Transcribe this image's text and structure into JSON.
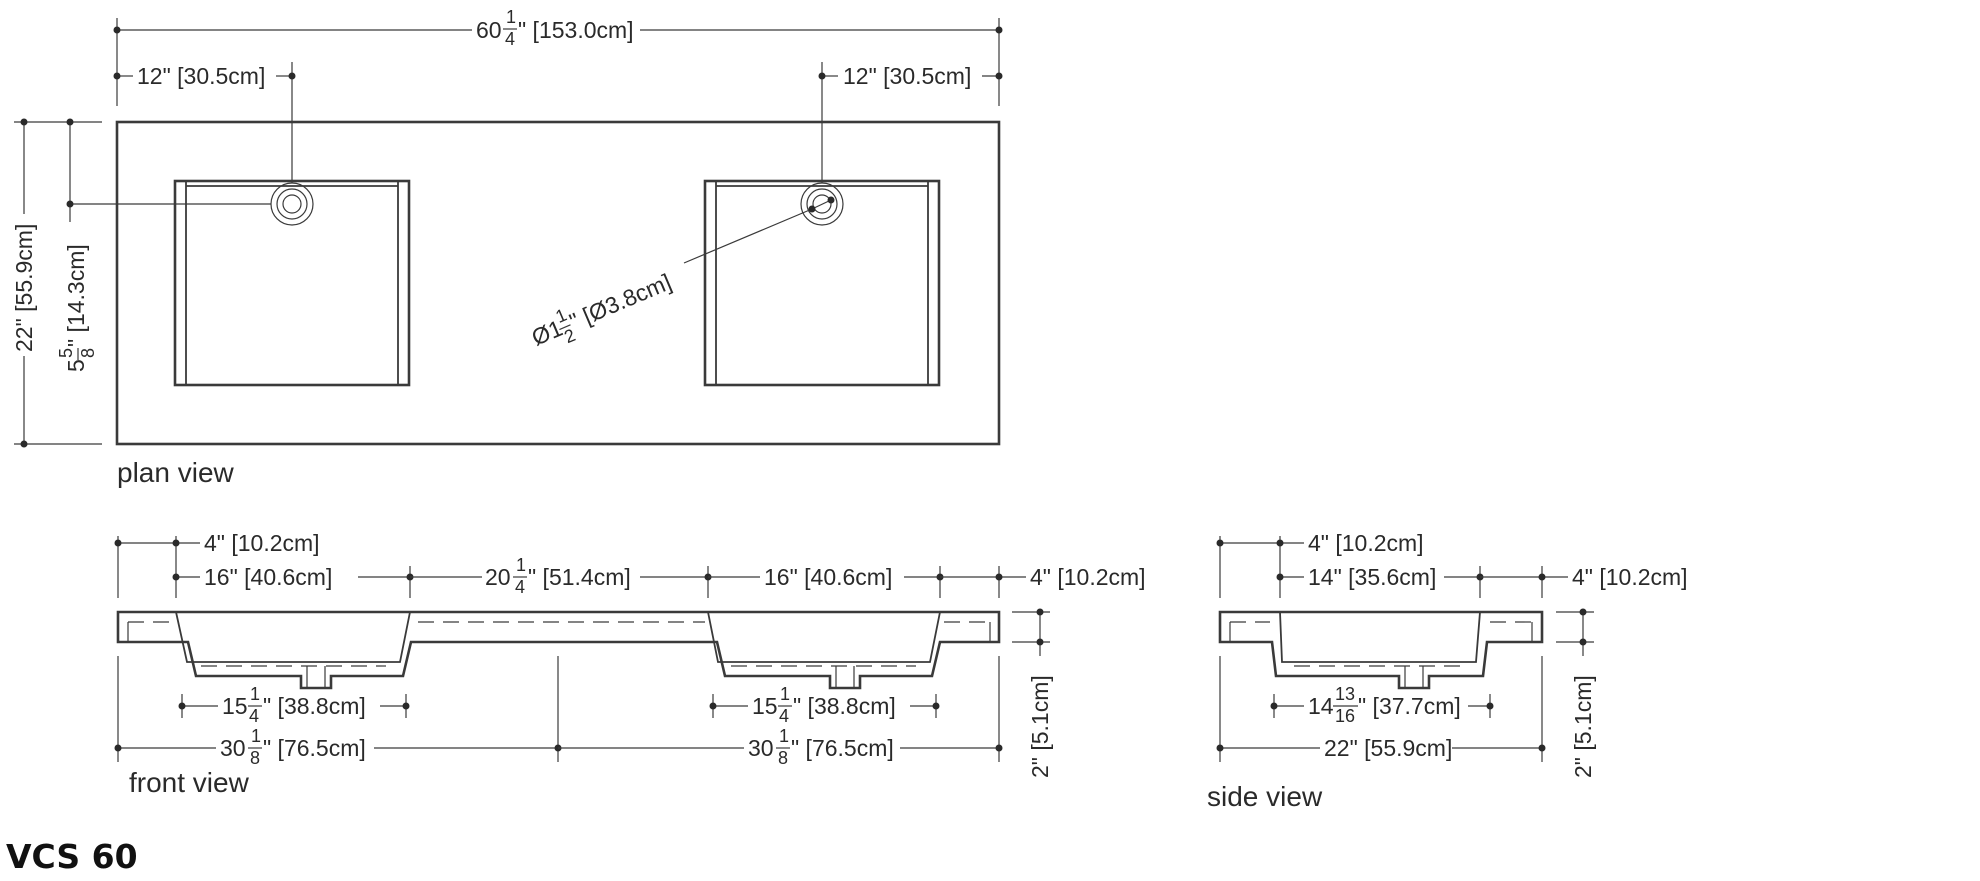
{
  "model": "VCS 60",
  "views": {
    "plan": "plan view",
    "front": "front view",
    "side": "side view"
  },
  "plan": {
    "overall_width": {
      "whole": "60",
      "num": "1",
      "den": "4",
      "rest": "\" [153.0cm]"
    },
    "drain_left": "12\" [30.5cm]",
    "drain_right": "12\" [30.5cm]",
    "depth": "22\" [55.9cm]",
    "drain_depth": {
      "whole": "5",
      "num": "5",
      "den": "8",
      "rest": "\" [14.3cm]"
    },
    "drain_diameter": {
      "whole": "Ø1",
      "num": "1",
      "den": "2",
      "rest": "\" [Ø3.8cm]"
    }
  },
  "front": {
    "left_edge": "4\" [10.2cm]",
    "basin_left": "16\" [40.6cm]",
    "center_gap": {
      "whole": "20",
      "num": "1",
      "den": "4",
      "rest": "\" [51.4cm]"
    },
    "basin_right": "16\" [40.6cm]",
    "right_edge": "4\" [10.2cm]",
    "bowl_left": {
      "whole": "15",
      "num": "1",
      "den": "4",
      "rest": "\" [38.8cm]"
    },
    "bowl_right": {
      "whole": "15",
      "num": "1",
      "den": "4",
      "rest": "\" [38.8cm]"
    },
    "half_left": {
      "whole": "30",
      "num": "1",
      "den": "8",
      "rest": "\" [76.5cm]"
    },
    "half_right": {
      "whole": "30",
      "num": "1",
      "den": "8",
      "rest": "\" [76.5cm]"
    },
    "height": "2\" [5.1cm]"
  },
  "side": {
    "back_edge": "4\" [10.2cm]",
    "basin": "14\" [35.6cm]",
    "front_edge": "4\" [10.2cm]",
    "bowl": {
      "whole": "14",
      "num": "13",
      "den": "16",
      "rest": "\" [37.7cm]"
    },
    "depth": "22\" [55.9cm]",
    "height": "2\" [5.1cm]"
  }
}
